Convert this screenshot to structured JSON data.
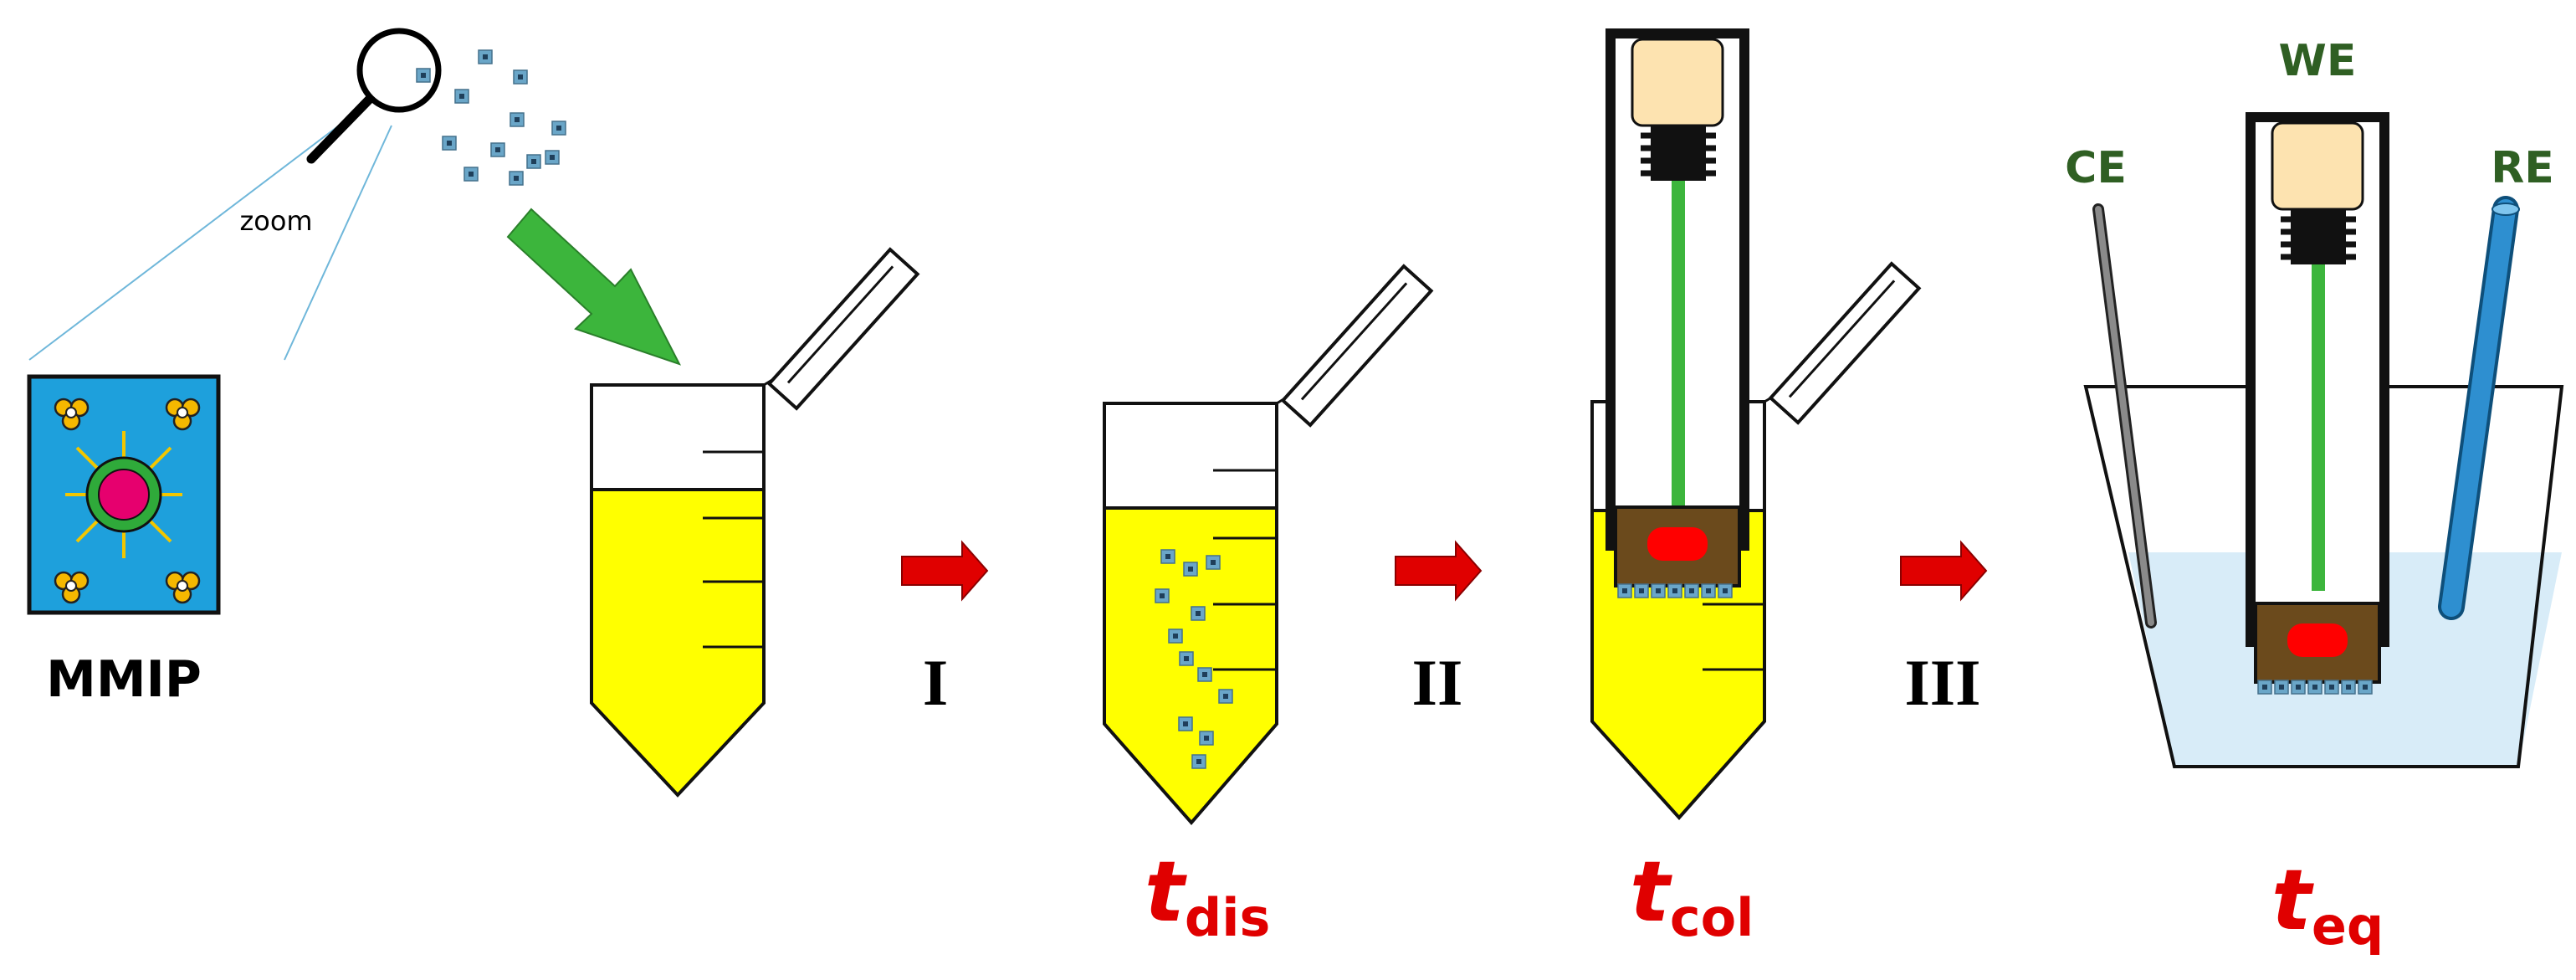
{
  "labels": {
    "zoom": "zoom",
    "mmip": "MMIP",
    "step1": "I",
    "step2": "II",
    "step3": "III",
    "t_dis_main": "t",
    "t_dis_sub": "dis",
    "t_col_main": "t",
    "t_col_sub": "col",
    "t_eq_main": "t",
    "t_eq_sub": "eq",
    "we": "WE",
    "ce": "CE",
    "re": "RE"
  },
  "colors": {
    "solution": "#ffff00",
    "particle": "#6aa6c8",
    "particle_core": "#1f3f5a",
    "mmip_bg": "#1ea0dc",
    "mmip_core": "#e6006e",
    "mmip_ring": "#2faa3a",
    "mmip_ray": "#f2c600",
    "monomer": "#f5b800",
    "arrow_green": "#3cb53c",
    "arrow_red": "#e00000",
    "label_red": "#e00000",
    "label_dark_green": "#2f5f23",
    "electrode_wire": "#3cb53c",
    "electrode_cap": "#fde3b0",
    "magnet": "#ff0000",
    "paste": "#6b4a1c",
    "beaker_liquid": "#d8ecf8",
    "ce_rod": "#707070",
    "re_rod": "#2e8fd0"
  },
  "icons": [
    "magnifier-icon",
    "green-arrow-icon",
    "red-arrow-icon",
    "magnetic-pipette-icon"
  ]
}
